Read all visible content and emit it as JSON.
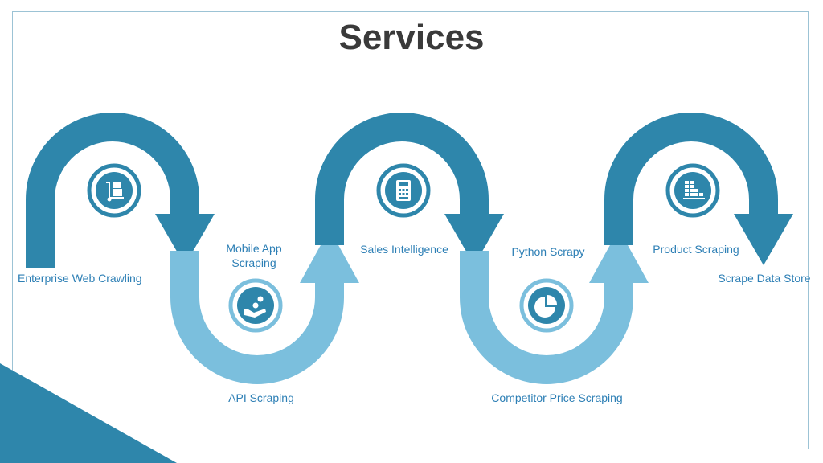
{
  "title": "Services",
  "colors": {
    "dark_band": "#2e86ab",
    "light_band": "#7bbfdd",
    "label": "#2d7fb5",
    "title": "#3a3a3a",
    "corner": "#2e86ab"
  },
  "labels": {
    "enterprise": "Enterprise Web Crawling",
    "mobile_line1": "Mobile App",
    "mobile_line2": "Scraping",
    "api": "API Scraping",
    "sales": "Sales Intelligence",
    "python": "Python Scrapy",
    "competitor": "Competitor Price Scraping",
    "product": "Product Scraping",
    "store": "Scrape Data Store"
  },
  "icons": {
    "icon1": "hand-truck-icon",
    "icon2": "hand-coins-icon",
    "icon3": "calculator-icon",
    "icon4": "pie-chart-icon",
    "icon5": "product-boxes-icon"
  }
}
